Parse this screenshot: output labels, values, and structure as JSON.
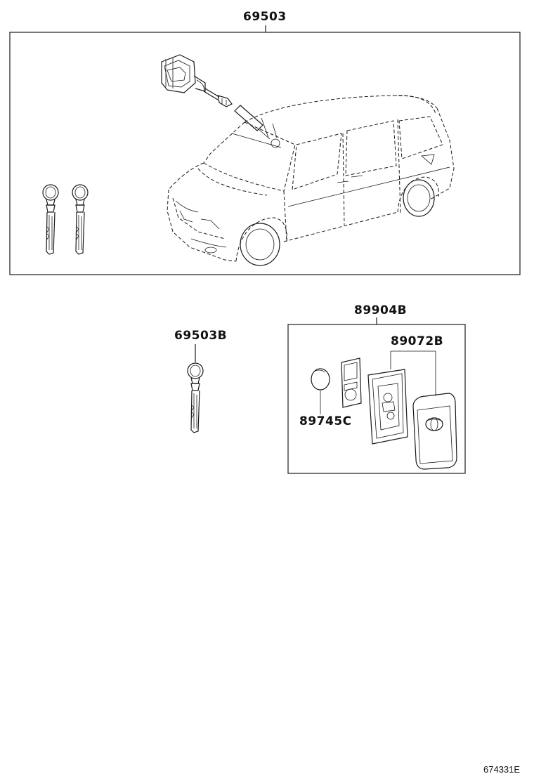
{
  "parts": {
    "set_main": "69503",
    "key_blank": "69503B",
    "smart_key_assy": "89904B",
    "case_sub_assy": "89072B",
    "battery": "89745C"
  },
  "figure_code": "674331E",
  "colors": {
    "line": "#1a1a1a",
    "background": "#ffffff"
  }
}
